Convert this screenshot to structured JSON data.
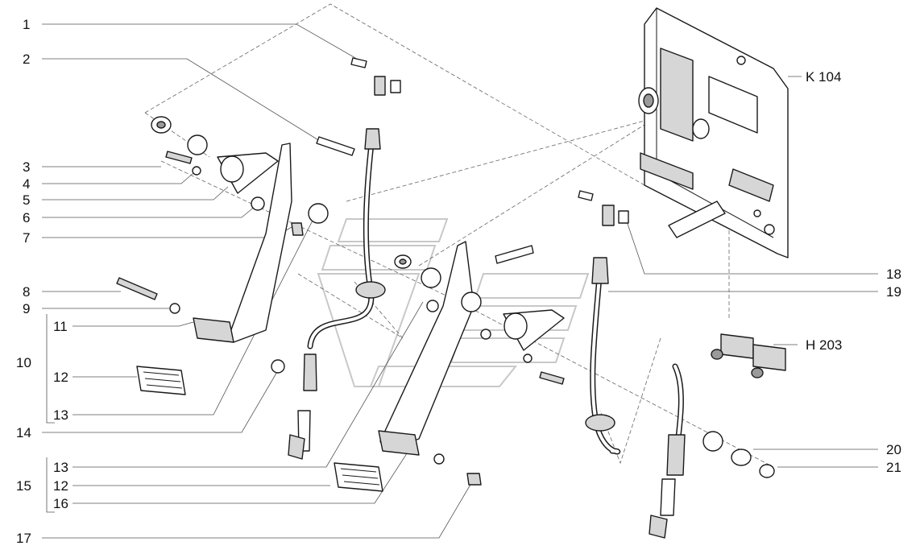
{
  "callouts_left": [
    {
      "id": "1",
      "text": "1"
    },
    {
      "id": "2",
      "text": "2"
    },
    {
      "id": "3",
      "text": "3"
    },
    {
      "id": "4",
      "text": "4"
    },
    {
      "id": "5",
      "text": "5"
    },
    {
      "id": "6",
      "text": "6"
    },
    {
      "id": "7",
      "text": "7"
    },
    {
      "id": "8",
      "text": "8"
    },
    {
      "id": "9",
      "text": "9"
    },
    {
      "id": "10",
      "text": "10"
    },
    {
      "id": "11",
      "text": "11"
    },
    {
      "id": "12a",
      "text": "12"
    },
    {
      "id": "13a",
      "text": "13"
    },
    {
      "id": "14",
      "text": "14"
    },
    {
      "id": "13b",
      "text": "13"
    },
    {
      "id": "15",
      "text": "15"
    },
    {
      "id": "12b",
      "text": "12"
    },
    {
      "id": "16",
      "text": "16"
    },
    {
      "id": "17",
      "text": "17"
    }
  ],
  "callouts_right": [
    {
      "id": "k104",
      "text": "K 104"
    },
    {
      "id": "18",
      "text": "18"
    },
    {
      "id": "19",
      "text": "19"
    },
    {
      "id": "h203",
      "text": "H 203"
    },
    {
      "id": "20",
      "text": "20"
    },
    {
      "id": "21",
      "text": "21"
    }
  ]
}
